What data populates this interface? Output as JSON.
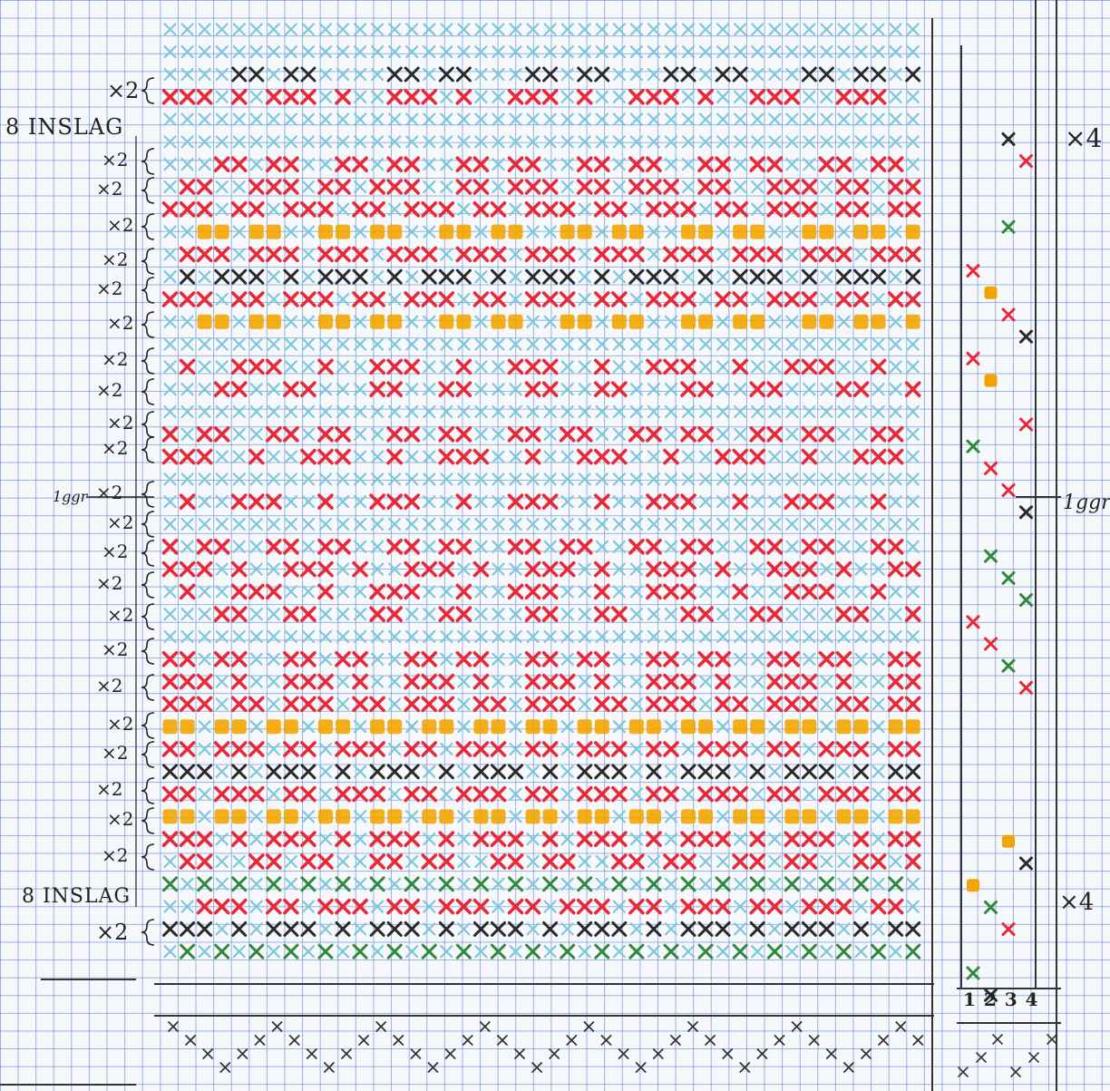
{
  "left_labels": {
    "top_inslag": "8 INSLAG",
    "bottom_inslag": "8 INSLAG",
    "repeat": "×2",
    "marker": "1ggr"
  },
  "right_labels": {
    "top_repeat": "×4",
    "bottom_repeat": "×4",
    "marker": "1ggr"
  },
  "treadle_numbers": [
    "1",
    "2",
    "3",
    "4"
  ],
  "colors": {
    "grid": "#4678c8",
    "red": "#e8293a",
    "light_blue": "#7cc7dc",
    "black": "#2a2a2a",
    "yellow": "#f2a500",
    "green": "#2f8a3e"
  },
  "draft_rows": [
    "bbbbbbbbbbbbbbbbbbbbbbbbbbbbbbbbbbbbbbbbbbbb",
    "bbbbbbbbbbbbbbbbbbbbbbbbbbbbbbbbbbbbbbbbbbbb",
    "bbbbKKbKKbbbbKKbKKbbbKKbKKbbbKKbKKbbbKKbKKbK",
    "RRRbRbRRRbRbbRRRbRbbRRRbRbbRRRbRbbRRRbbRRRbb",
    "bbbbbbbbbbbbbbbbbbbbbbbbbbbbbbbbbbbbbbbbbbbb",
    "bbbbbbbbbbbbbbbbbbbbbbbbbbbbbbbbbbbbbbbbbbbb",
    "bbbRRbRRbbRRbRRbbRRbRRbbRRbRRbbRRbRRbbRRbRRb",
    "bRRbbRRRbRRbRRRbbRRbRRRbRRbRRRbRRbbRRRbRRbRR",
    "RRRbRRbRRRbRRbRRRbRRbRRRbRRbRRRbRRbRRRbRRbRR",
    "bbYYbYYbbYYbYYbbYYbYYbbYYbYYbbYYbYYbbYYbYYbY",
    "bRRRbRRRbRRRbRRRbRRRbRRRbRRRbRRRbRRRbRRRbRRR",
    "bKbKKKbKbKKKbKbKKKbKbKKKbKbKKKbKbKKKbKbKKKbK",
    "RRRbRRbRRRbRRbRRRbRRbRRRbRRbRRRbRRbRRRbRRbRR",
    "bbYYbYYbbYYbYYbbYYbYYbbYYbYYbbYYbYYbbYYbYYbY",
    "bbbbbbbbbbbbbbbbbbbbbbbbbbbbbbbbbbbbbbbbbbbb",
    "bRbbRRRbbRbbRRRbbRbbRRRbbRbbRRRbbRbbRRRbbRbb",
    "bbbRRbbRRbbbRRbbRRbbbRRbbRRbbbRRbbRRbbbRRbbR",
    "bbbbbbbbbbbbbbbbbbbbbbbbbbbbbbbbbbbbbbbbbbbb",
    "RbRRbbRRbRRbbRRbRRbbRRbRRbbRRbRRbbRRbRRbbRRb",
    "RRRbbRbbRRRbbRbbRRRbbRbbRRRbbRbbRRRbbRbbRRRb",
    "bbbbbbbbbbbbbbbbbbbbbbbbbbbbbbbbbbbbbbbbbbbb",
    "bRbbRRRbbRbbRRRbbRbbRRRbbRbbRRRbbRbbRRRbbRbb",
    "bbbbbbbbbbbbbbbbbbbbbbbbbbbbbbbbbbbbbbbbbbbb",
    "RbRRbbRRbRRbbRRbRRbbRRbRRbbRRbRRbbRRbRRbbRRb",
    "RRRbRbbRRRbRbbRRRbRbbRRRbRbbRRRbRbbRRRbRbbRR",
    "bRbbRRRbbRbbRRRbbRbbRRRbbRbbRRRbbRbbRRRbbRbb",
    "bbbRRbbRRbbbRRbbRRbbbRRbbRRbbbRRbbRRbbbRRbbR",
    "bbbbbbbbbbbbbbbbbbbbbbbbbbbbbbbbbbbbbbbbbbbb",
    "RRbRRbbRRbRRbbRRbRRbbRRbRRbbRRbRRbbRRbRRbbRR",
    "RRRbRbbRRRbRbbRRRbRbbRRRbRbbRRRbRbbRRRbRbbRR",
    "RRRbRRbRRRbRRbRRRbRRbRRRbRRbRRRbRRbRRRbRRbRR",
    "YYbYYbYYbYYbYYbYYbYYbYYbYYbYYbYYbYYbYYbYYbYY",
    "RRbRRRbRRbRRRbRRbRRRbRRbRRRbRRbRRRbRRbRRRbRR",
    "KKKbKbKKKbKbKKKbKbKKKbKbKKKbKbKKKbKbKKKbKbKK",
    "RRbRRRbRRbRRRbRRbRRRbRRbRRRbRRbRRRbRRbRRRbRR",
    "YYbYYbYYbYYbYYbYYbYYbYYbYYbYYbYYbYYbYYbYYbYY",
    "RRRbRbRRRbRbRRRbRbRRRbRbRRRbRbRRRbRbRRRbRbRR",
    "bRRbbRRbRRbbRRbRRbbRRbRRbbRRbRRbbRRbRRbbRRbR",
    "GbGbGbGbGbGbGbGbGbGbGbGbGbGbGbGbGbGbGbGbGbGb",
    "bbRRRbRRbRRRbRRbRRRbRRbRRRbRRbRRRbRRbRRRbRRb",
    "KKKbKbKKKbKbKKKbKbKKKbKbKKKbKbKKKbKbKKKbKbKK",
    "bGbGbGbGbGbGbGbGbGbGbGbGbGbGbGbGbGbGbGbGbGbG"
  ],
  "side_column": [
    "",
    "",
    "K",
    "R",
    "",
    "",
    "G",
    "",
    "R",
    "Y",
    "R",
    "K",
    "R",
    "Y",
    "",
    "R",
    "G",
    "R",
    "R",
    "K",
    "",
    "G",
    "G",
    "G",
    "R",
    "R",
    "G",
    "R",
    "",
    "",
    "",
    "",
    "",
    "",
    "Y",
    "K",
    "Y",
    "G",
    "R",
    "",
    "G",
    "K"
  ],
  "threading": [
    4,
    3,
    2,
    1,
    2,
    3,
    4,
    3,
    2,
    1,
    2,
    3,
    4,
    3,
    2,
    1,
    2,
    3,
    4,
    3,
    2,
    1,
    2,
    3,
    4,
    3,
    2,
    1,
    2,
    3,
    4,
    3,
    2,
    1,
    2,
    3,
    4,
    3,
    2,
    1,
    2,
    3,
    4,
    3
  ]
}
